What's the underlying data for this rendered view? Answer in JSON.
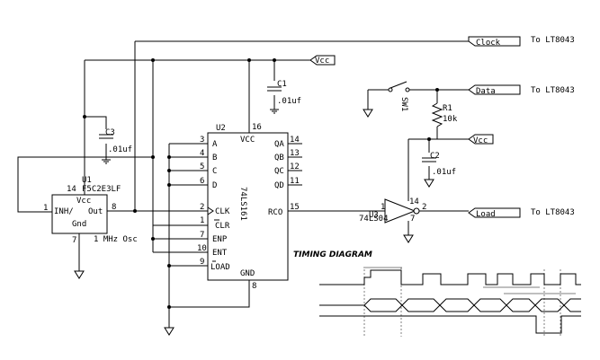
{
  "connectors": {
    "clock": "Clock",
    "vcc_top": "Vcc",
    "data": "Data",
    "vcc_mid": "Vcc",
    "load": "Load",
    "to_clock": "To LT8043",
    "to_data": "To LT8043",
    "to_load": "To LT8043"
  },
  "u1": {
    "ref": "U1",
    "part": "F5C2E3LF",
    "vcc": "Vcc",
    "inh": "INH/",
    "out": "Out",
    "gnd": "Gnd",
    "pin_inh": "1",
    "pin_vcc": "14",
    "pin_out": "8",
    "pin_gnd": "7",
    "freq": "1 MHz Osc"
  },
  "u2": {
    "ref": "U2",
    "part": "74LS161",
    "vcc": "VCC",
    "gnd": "GND",
    "pin_vcc": "16",
    "pin_gnd": "8",
    "left_pins": [
      {
        "num": "3",
        "name": "A"
      },
      {
        "num": "4",
        "name": "B"
      },
      {
        "num": "5",
        "name": "C"
      },
      {
        "num": "6",
        "name": "D"
      },
      {
        "num": "2",
        "name": "CLK"
      },
      {
        "num": "1",
        "name": "CLR"
      },
      {
        "num": "7",
        "name": "ENP"
      },
      {
        "num": "10",
        "name": "ENT"
      },
      {
        "num": "9",
        "name": "LOAD"
      }
    ],
    "right_pins": [
      {
        "num": "14",
        "name": "QA"
      },
      {
        "num": "13",
        "name": "QB"
      },
      {
        "num": "12",
        "name": "QC"
      },
      {
        "num": "11",
        "name": "QD"
      },
      {
        "num": "15",
        "name": "RCO"
      }
    ]
  },
  "u3": {
    "ref": "U3",
    "part": "74LS04",
    "pin_in": "1",
    "pin_out": "2",
    "pin_vcc": "14",
    "pin_gnd": "7"
  },
  "c1": {
    "ref": "C1",
    "value": ".01uf"
  },
  "c2": {
    "ref": "C2",
    "value": ".01uf"
  },
  "c3": {
    "ref": "C3",
    "value": ".01uf"
  },
  "r1": {
    "ref": "R1",
    "value": "10k"
  },
  "sw1": {
    "ref": "SW1"
  },
  "timing": {
    "title": "TIMING DIAGRAM"
  }
}
